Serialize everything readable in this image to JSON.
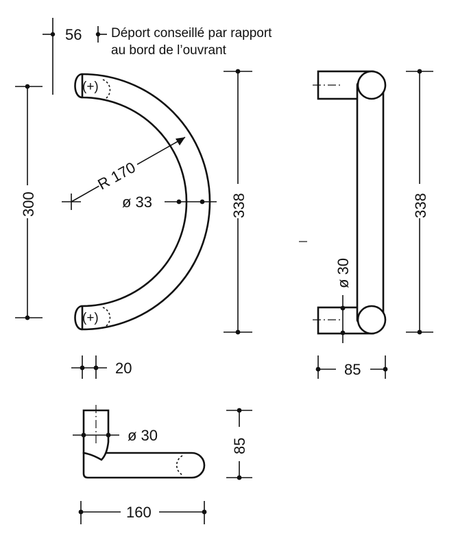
{
  "note": {
    "offset_value": "56",
    "line1": "Déport conseillé par rapport",
    "line2": "au bord de l’ouvrant"
  },
  "front_view": {
    "height_inner": "300",
    "height_outer": "338",
    "radius": "R 170",
    "tube_diameter": "ø 33",
    "mount_mark_top": "(+)",
    "mount_mark_bottom": "(+)",
    "offset_bottom": "20"
  },
  "side_view": {
    "height": "338",
    "post_diameter": "ø 30",
    "depth": "85"
  },
  "top_view": {
    "post_diameter": "ø 30",
    "height": "85",
    "length": "160"
  }
}
